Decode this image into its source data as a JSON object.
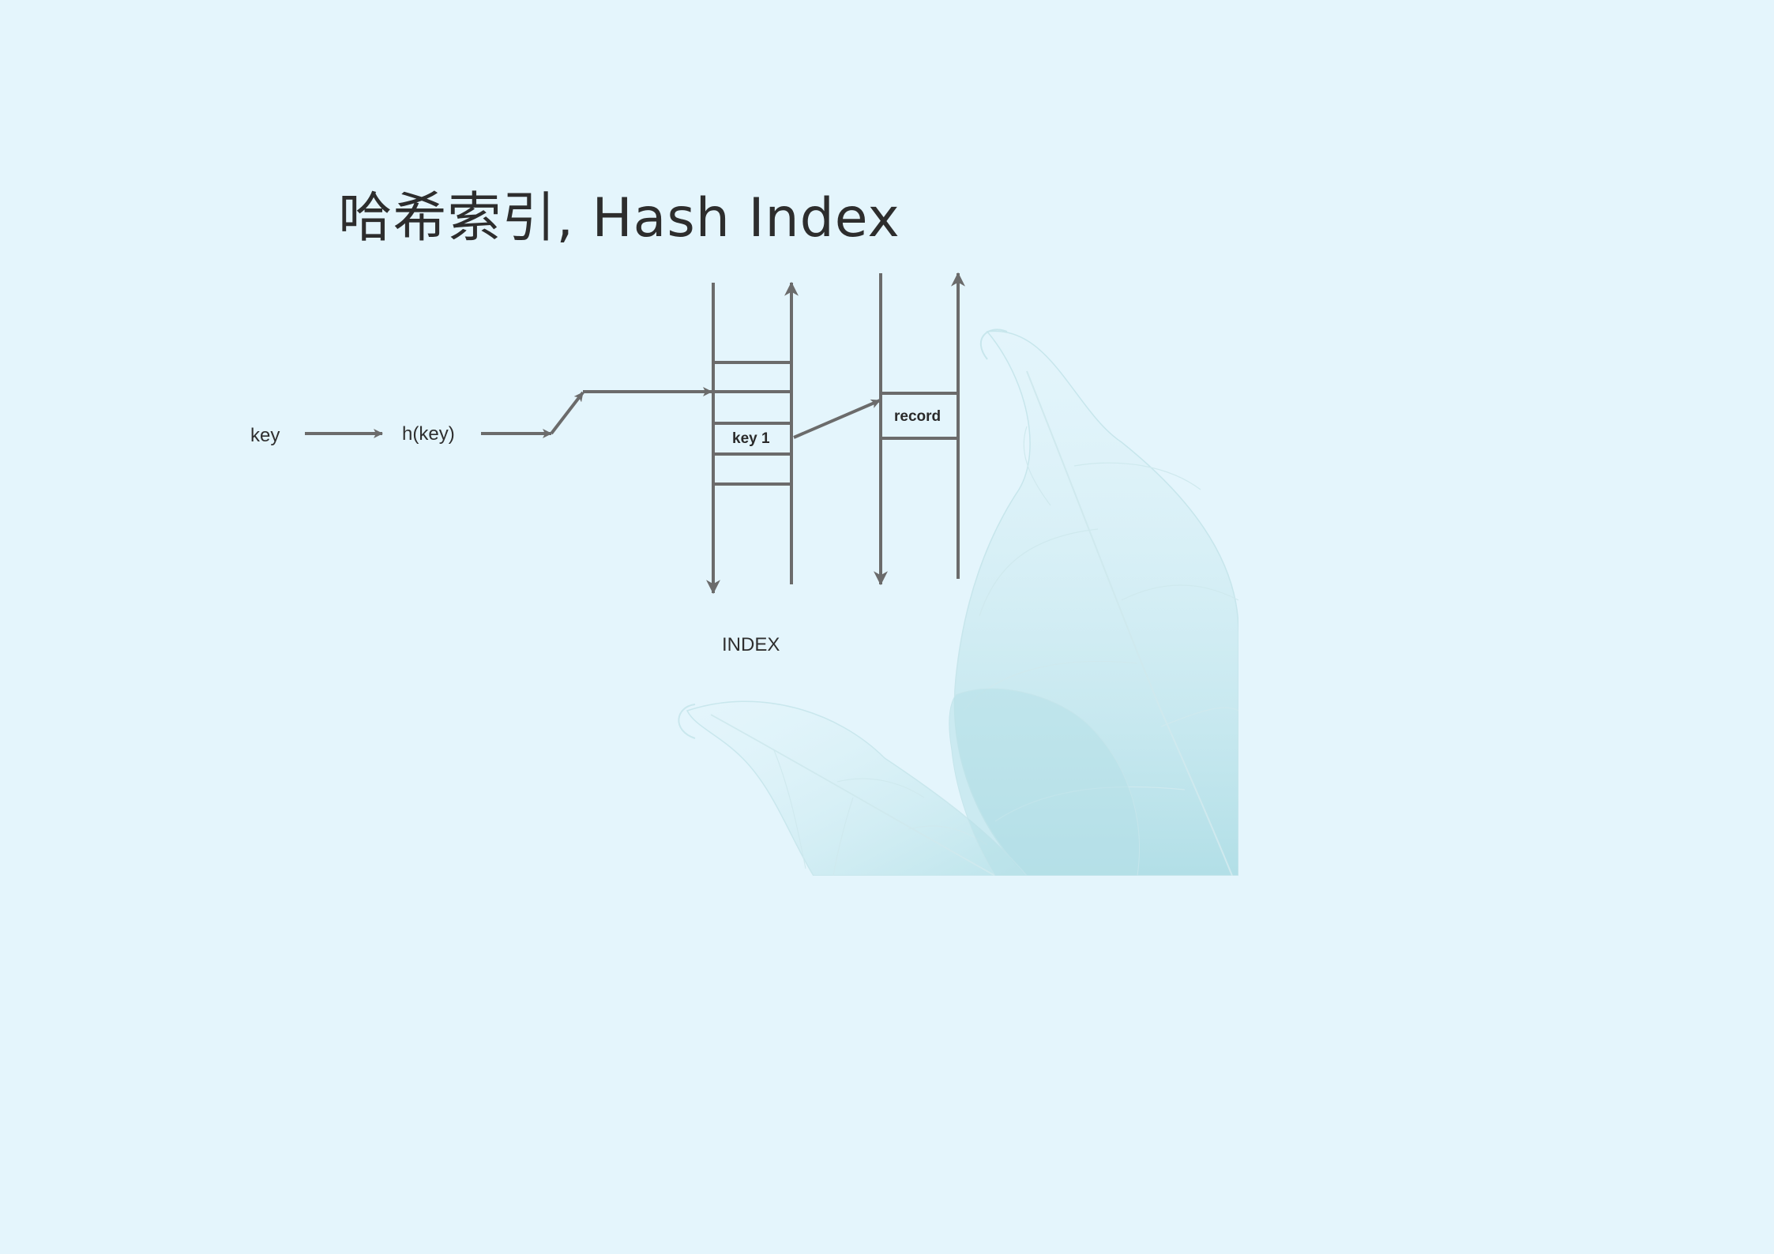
{
  "slide": {
    "title": "哈希索引, Hash Index"
  },
  "diagram": {
    "key_label": "key",
    "hash_label": "h(key)",
    "slot_label": "key 1",
    "record_label": "record",
    "index_label": "INDEX"
  },
  "colors": {
    "background": "#e4f5fc",
    "line": "#6b6b6b",
    "text": "#2f2f2f",
    "leaf": "#b9e2e9"
  }
}
